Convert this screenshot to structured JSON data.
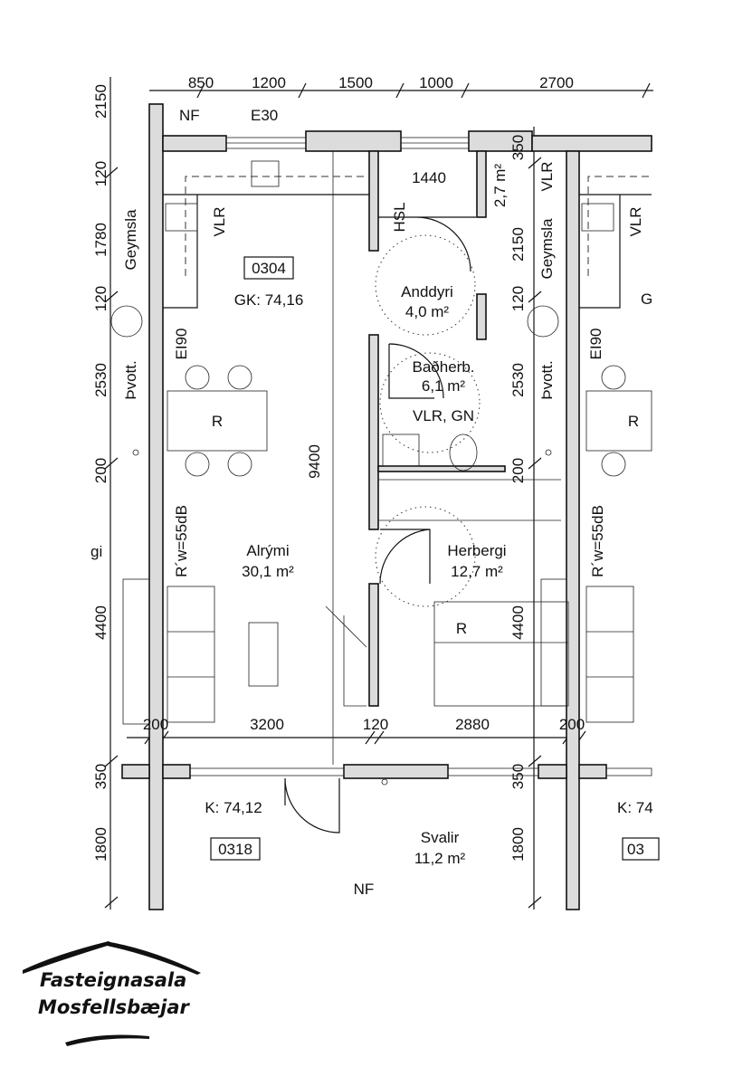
{
  "plan": {
    "dims_top": [
      "850",
      "1200",
      "1500",
      "1000",
      "2700"
    ],
    "dims_left": [
      "2150",
      "120",
      "1780",
      "120",
      "2530",
      "200",
      "4400",
      "350",
      "1800"
    ],
    "dims_mid": [
      "350",
      "2150",
      "120",
      "2530",
      "200",
      "4400",
      "350",
      "1800"
    ],
    "dims_bottom": [
      "200",
      "3200",
      "120",
      "2880",
      "200"
    ],
    "dim_depth": "9400",
    "dim_door": "1440",
    "labels": {
      "nf_top": "NF",
      "e30": "E30",
      "vlr": "VLR",
      "hsl": "HSL",
      "geymsla": "Geymsla",
      "ei90": "EI90",
      "thvott": "Þvott.",
      "r": "R",
      "rw": "R´w=55dB",
      "closet_area": "2,7 m²",
      "g_partial": "G",
      "gi_partial": "gi",
      "k_partial": "K: 74",
      "unit_partial": "03",
      "nf_bottom": "NF"
    },
    "unit": {
      "number": "0304",
      "gk": "GK: 74,16"
    },
    "unit_below": {
      "number": "0318",
      "k": "K: 74,12"
    },
    "rooms": [
      {
        "name": "Anddyri",
        "area": "4,0 m²"
      },
      {
        "name": "Baðherb.",
        "area": "6,1 m²",
        "note": "VLR, GN"
      },
      {
        "name": "Alrými",
        "area": "30,1 m²"
      },
      {
        "name": "Herbergi",
        "area": "12,7 m²"
      },
      {
        "name": "Svalir",
        "area": "11,2 m²"
      }
    ]
  },
  "logo": {
    "line1": "Fasteignasala",
    "line2": "Mosfellsbæjar"
  }
}
